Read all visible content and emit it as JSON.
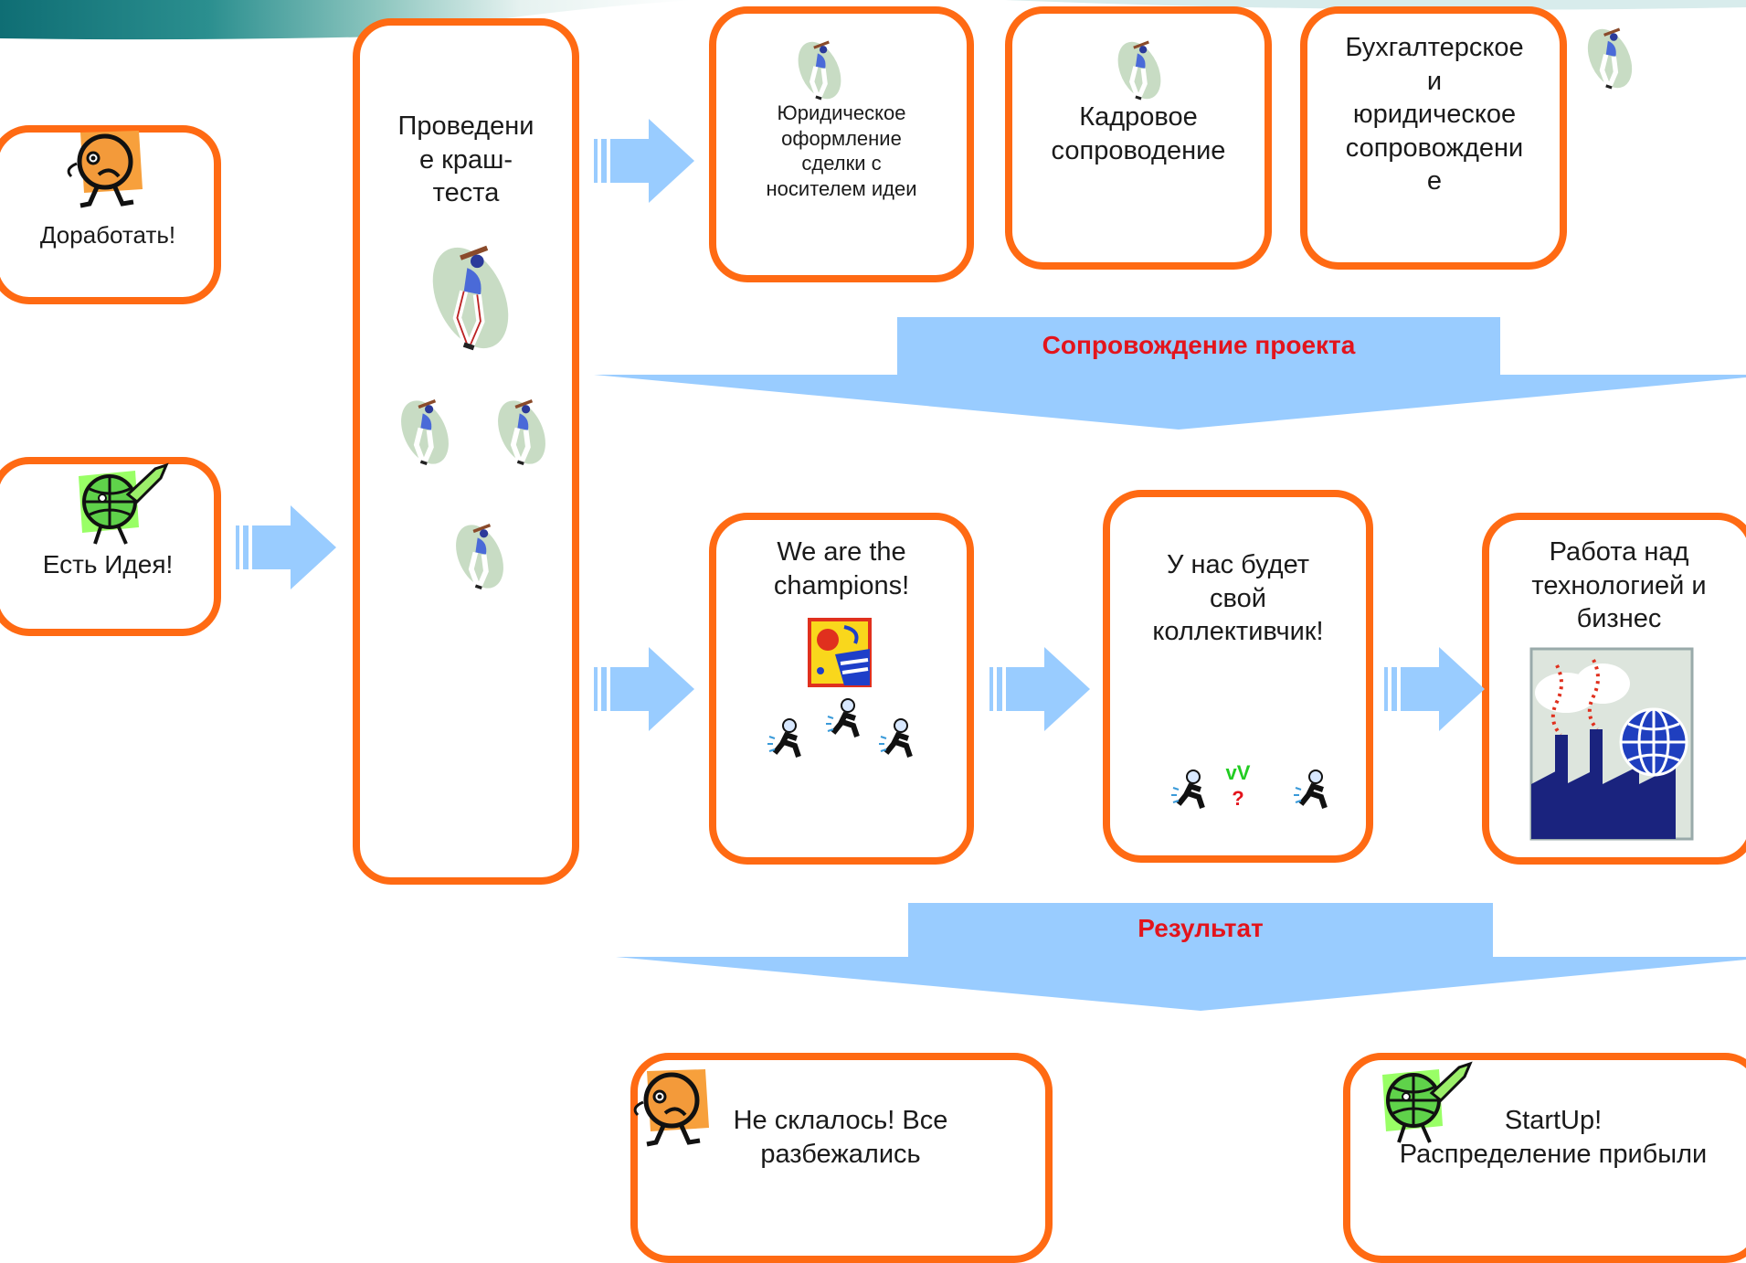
{
  "nodes": {
    "dorabotat": "Доработать!",
    "est_ideya": "Есть Идея!",
    "crash_test": "Проведени\nе краш-\nтеста",
    "legal": "Юридическое\nоформление\nсделки с\nносителем идеи",
    "hr": "Кадровое\nсопроводение",
    "accounting": "Бухгалтерское\nи\nюридическое\nсопровождени\nе",
    "champions": "We are the\nchampions!",
    "collective": "У нас будет\nсвой\nколлективчик!",
    "collective_vv": "vV",
    "collective_q": "?",
    "technology": "Работа над\nтехнологией и\nбизнес",
    "failed": "Не склалось! Все\nразбежались",
    "startup": "StartUp!\nРаспределение прибыли"
  },
  "banners": {
    "support": "Сопровождение проекта",
    "result": "Результат"
  },
  "colors": {
    "box_border": "#ff6a13",
    "arrow_fill": "#99ccff",
    "banner_text": "#e3141c"
  },
  "icons": [
    "sad-face-icon",
    "globe-rocket-icon",
    "baseball-player-icon",
    "celebration-card-icon",
    "worker-icon",
    "factory-globe-icon"
  ]
}
